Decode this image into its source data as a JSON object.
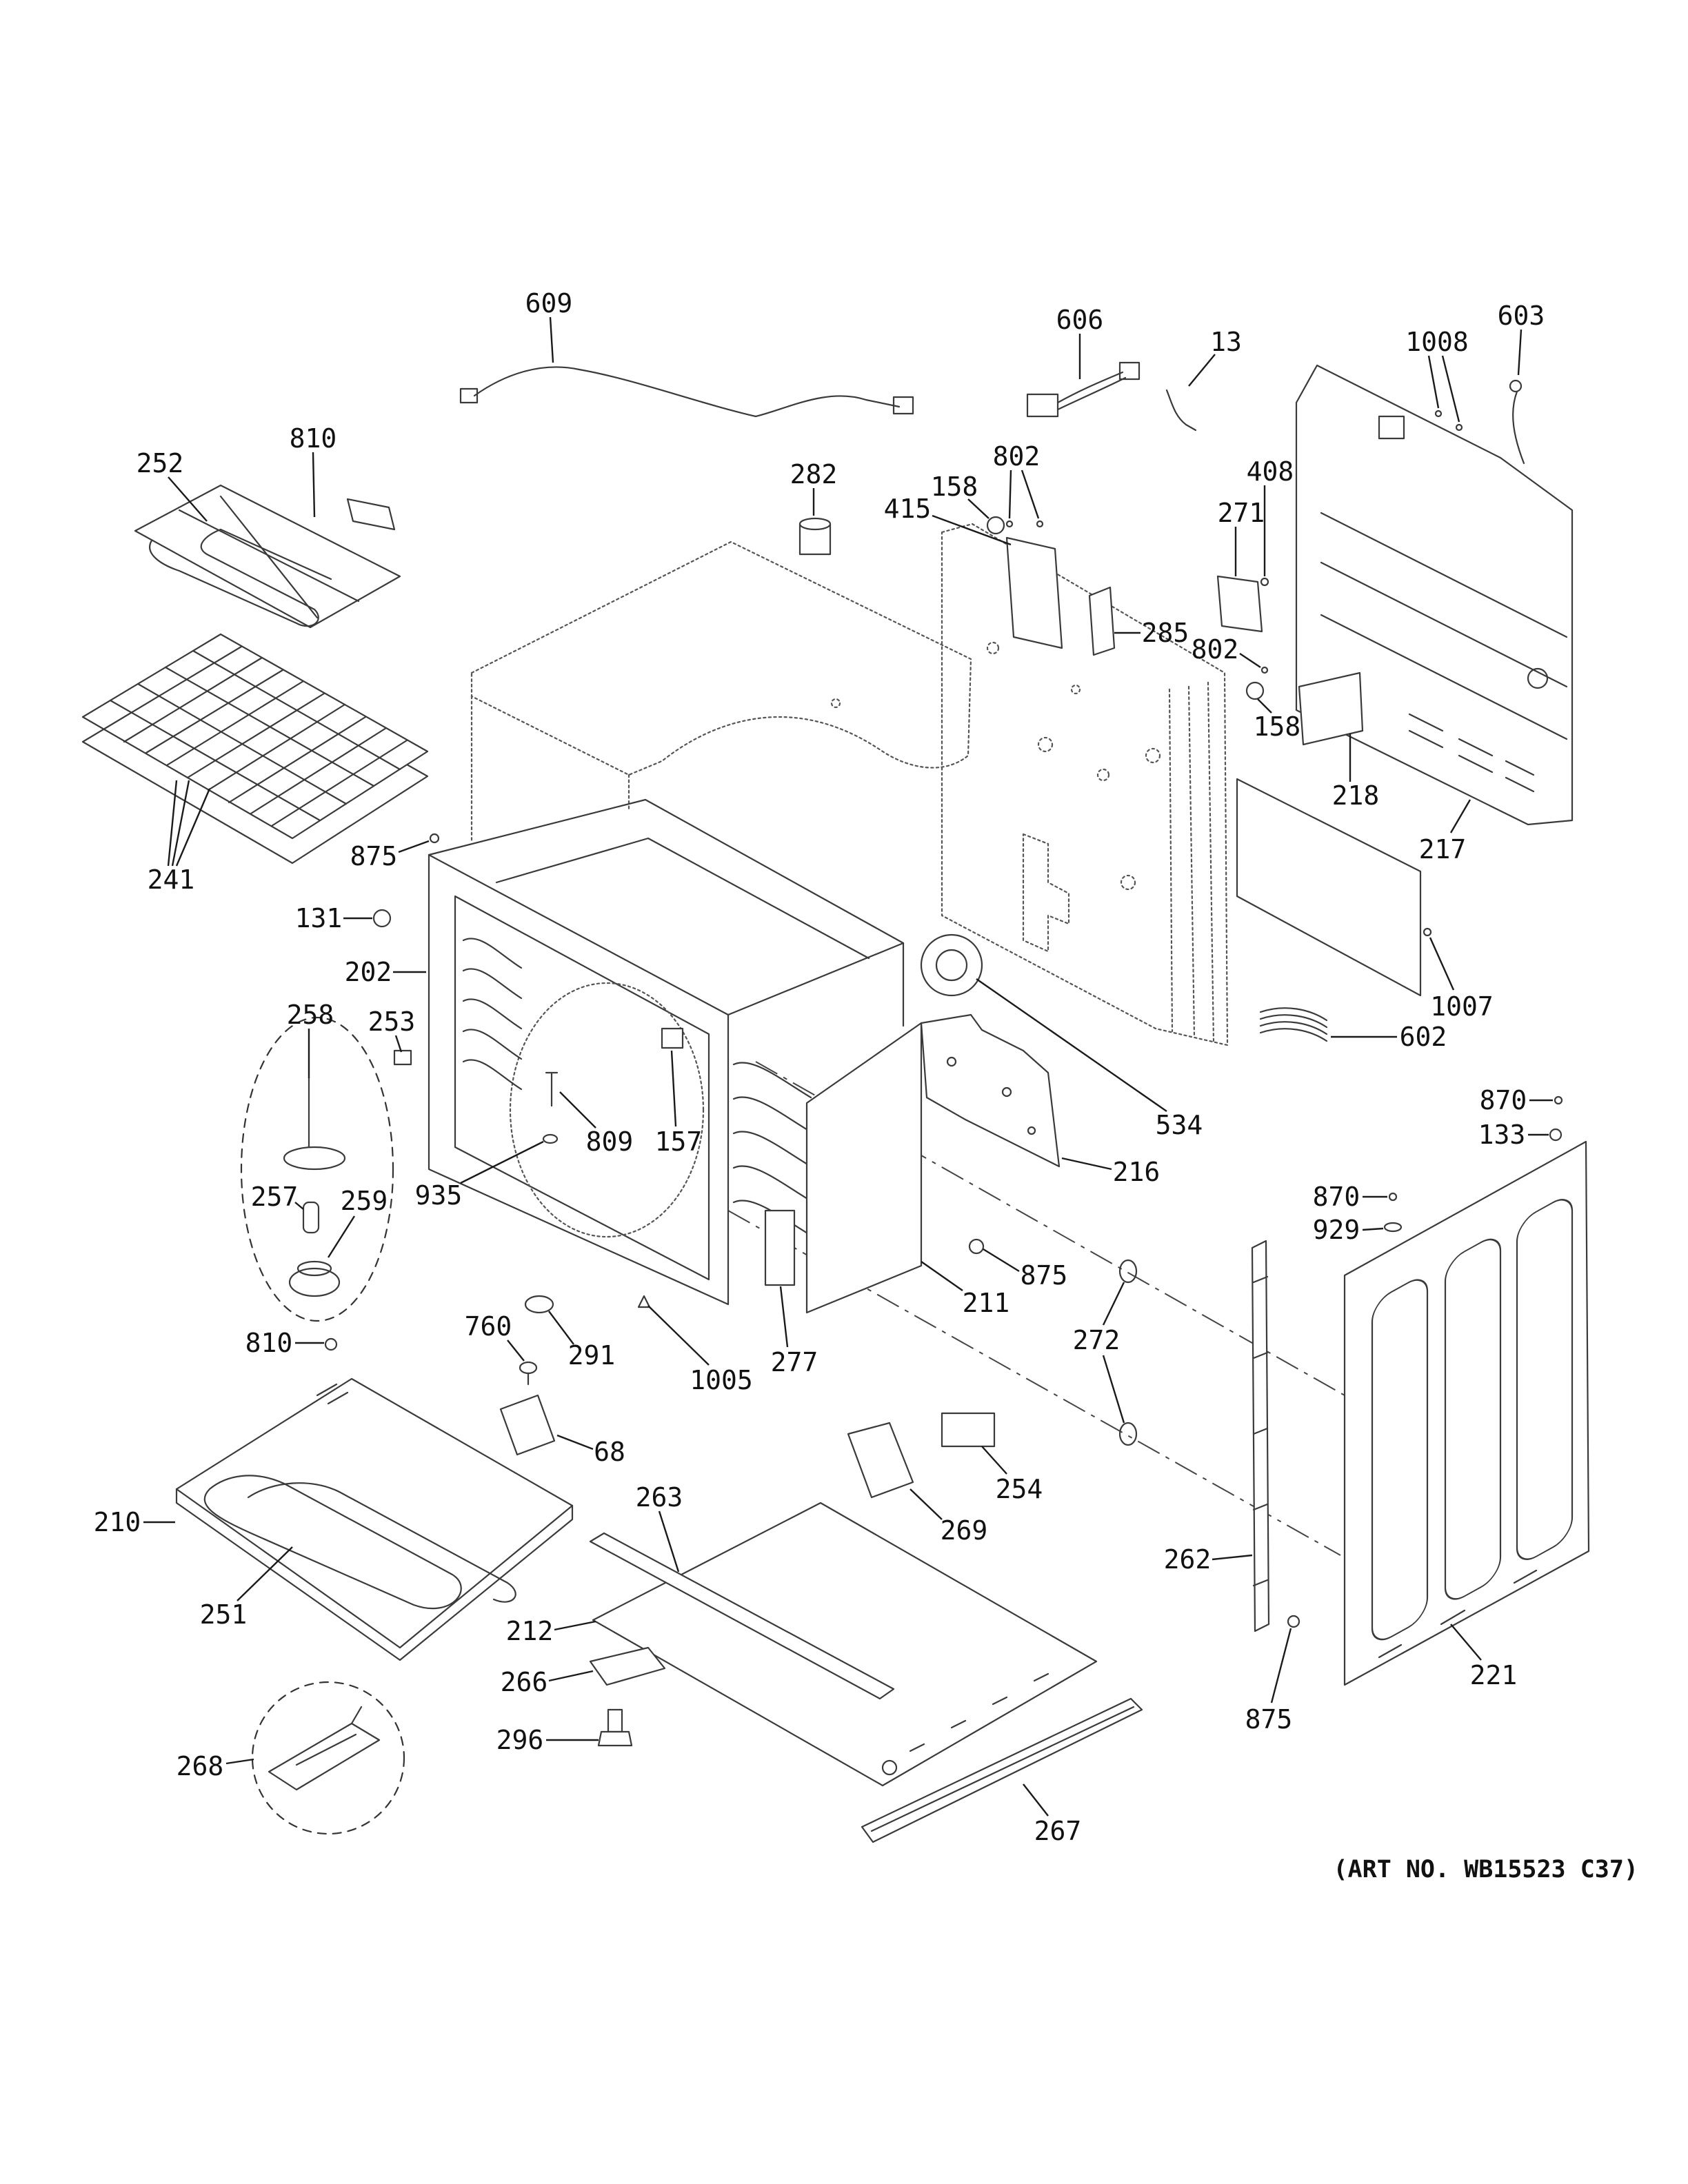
{
  "diagram": {
    "callouts": [
      "609",
      "606",
      "13",
      "1008",
      "603",
      "252",
      "810",
      "282",
      "802",
      "158",
      "415",
      "408",
      "271",
      "285",
      "802",
      "158",
      "218",
      "217",
      "875",
      "241",
      "131",
      "202",
      "1007",
      "602",
      "258",
      "253",
      "809",
      "157",
      "534",
      "870",
      "133",
      "216",
      "935",
      "257",
      "259",
      "870",
      "929",
      "875",
      "211",
      "272",
      "760",
      "291",
      "810",
      "1005",
      "277",
      "68",
      "254",
      "263",
      "269",
      "210",
      "262",
      "251",
      "212",
      "266",
      "221",
      "875",
      "296",
      "268",
      "267"
    ],
    "art_number": "(ART NO. WB15523 C37)"
  }
}
